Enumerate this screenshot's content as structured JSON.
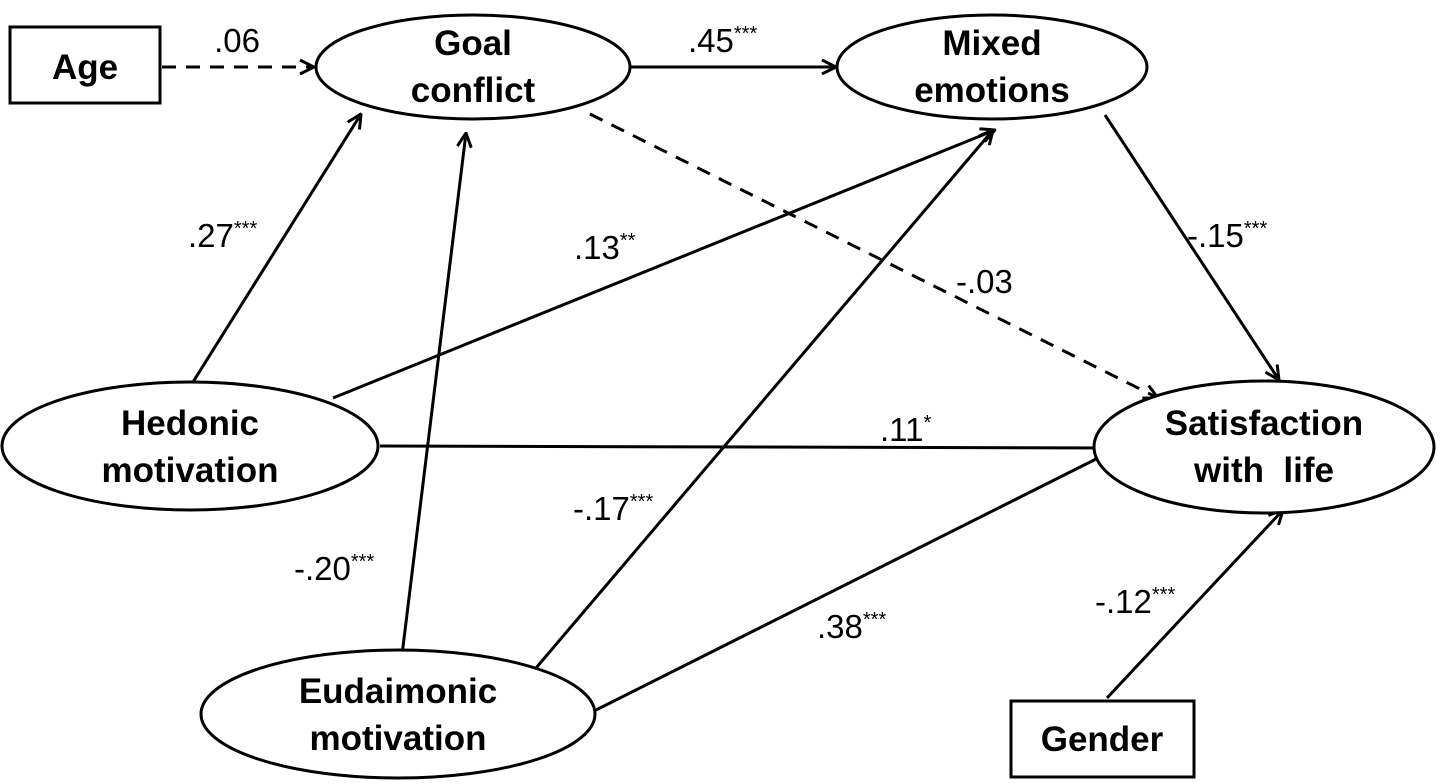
{
  "nodes": {
    "age": {
      "label": "Age"
    },
    "goal_conflict": {
      "line1": "Goal",
      "line2": "conflict"
    },
    "mixed_emotions": {
      "line1": "Mixed",
      "line2": "emotions"
    },
    "hedonic": {
      "line1": "Hedonic",
      "line2": "motivation"
    },
    "eudaimonic": {
      "line1": "Eudaimonic",
      "line2": "motivation"
    },
    "satisfaction": {
      "line1": "Satisfaction",
      "line2": "with  life"
    },
    "gender": {
      "label": "Gender"
    }
  },
  "edges": [
    {
      "id": "age_goal",
      "from": "Age",
      "to": "Goal conflict",
      "coef": ".06",
      "sig": "",
      "dashed": true
    },
    {
      "id": "goal_mixed",
      "from": "Goal conflict",
      "to": "Mixed emotions",
      "coef": ".45",
      "sig": "***",
      "dashed": false
    },
    {
      "id": "hed_goal",
      "from": "Hedonic motivation",
      "to": "Goal conflict",
      "coef": ".27",
      "sig": "***",
      "dashed": false
    },
    {
      "id": "hed_mixed",
      "from": "Hedonic motivation",
      "to": "Mixed emotions",
      "coef": ".13",
      "sig": "**",
      "dashed": false
    },
    {
      "id": "goal_sat",
      "from": "Goal conflict",
      "to": "Satisfaction with life",
      "coef": "-.03",
      "sig": "",
      "dashed": true
    },
    {
      "id": "mixed_sat",
      "from": "Mixed emotions",
      "to": "Satisfaction with life",
      "coef": "-.15",
      "sig": "***",
      "dashed": false
    },
    {
      "id": "hed_sat",
      "from": "Hedonic motivation",
      "to": "Satisfaction with life",
      "coef": ".11",
      "sig": "*",
      "dashed": false
    },
    {
      "id": "eud_goal",
      "from": "Eudaimonic motivation",
      "to": "Goal conflict",
      "coef": "-.20",
      "sig": "***",
      "dashed": false
    },
    {
      "id": "eud_mixed",
      "from": "Eudaimonic motivation",
      "to": "Mixed emotions",
      "coef": "-.17",
      "sig": "***",
      "dashed": false
    },
    {
      "id": "eud_sat",
      "from": "Eudaimonic motivation",
      "to": "Satisfaction with life",
      "coef": ".38",
      "sig": "***",
      "dashed": false
    },
    {
      "id": "gender_sat",
      "from": "Gender",
      "to": "Satisfaction with life",
      "coef": "-.12",
      "sig": "***",
      "dashed": false
    }
  ]
}
